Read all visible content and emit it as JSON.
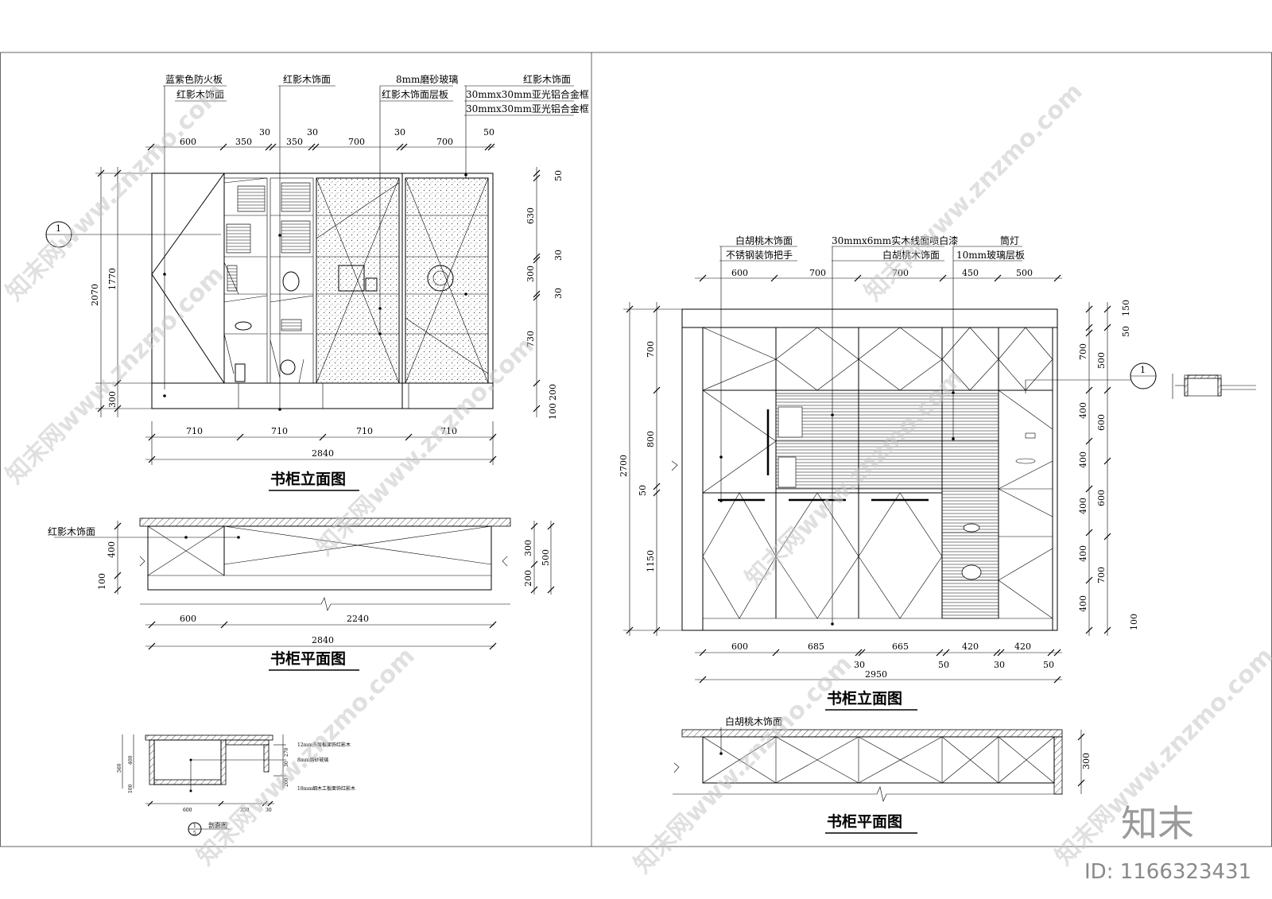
{
  "left_elevation": {
    "title": "书柜立面图",
    "callouts": [
      {
        "line1": "蓝紫色防火板",
        "line2": "红影木饰面"
      },
      {
        "line1": "红影木饰面"
      },
      {
        "line1": "8mm磨砂玻璃",
        "line2": "红影木饰面层板"
      },
      {
        "line1": "红影木饰面",
        "line2": "30mmx30mm亚光铝合金框",
        "line3": "30mmx30mm亚光铝合金框"
      }
    ],
    "top_dims": [
      "600",
      "350",
      "30",
      "350",
      "30",
      "700",
      "30",
      "700",
      "50"
    ],
    "left_dims": [
      "2070",
      "1770",
      "300"
    ],
    "right_dims": [
      "50",
      "630",
      "30",
      "300",
      "30",
      "730",
      "200",
      "100"
    ],
    "bottom_dims": [
      "710",
      "710",
      "710",
      "710"
    ],
    "total": "2840",
    "section_marker": "1"
  },
  "left_plan": {
    "title": "书柜平面图",
    "label": "红影木饰面",
    "left_dims": [
      "400",
      "100"
    ],
    "right_dims": [
      "300",
      "500",
      "200"
    ],
    "bottom_dims": [
      "600",
      "2240"
    ],
    "total": "2840"
  },
  "left_section": {
    "title": "剖面图",
    "marker_top": "1",
    "marker_bottom": "5",
    "notes": [
      "12mm多层板面饰红影木",
      "8mm磨砂玻璃",
      "18mm细木工板面饰红影木"
    ],
    "left_dims": [
      "560",
      "400",
      "100"
    ],
    "right_dims": [
      "270",
      "30",
      "200"
    ],
    "bottom_dims": [
      "600",
      "350",
      "30"
    ]
  },
  "right_elevation": {
    "title": "书柜立面图",
    "callouts": [
      {
        "line1": "白胡桃木饰面",
        "line2": "不锈钢装饰把手"
      },
      {
        "line1": "30mmx6mm实木线面喷白漆",
        "line2": "白胡桃木饰面"
      },
      {
        "line1": "筒灯",
        "line2": "10mm玻璃层板"
      }
    ],
    "top_dims": [
      "600",
      "700",
      "700",
      "450",
      "500"
    ],
    "left_dims": [
      "2700",
      "700",
      "800",
      "50",
      "1150"
    ],
    "right_dims": [
      "150",
      "50",
      "700",
      "500",
      "400",
      "600",
      "400",
      "400",
      "600",
      "400",
      "700",
      "400",
      "100"
    ],
    "bottom_dims": [
      "600",
      "685",
      "30",
      "665",
      "50",
      "420",
      "30",
      "420",
      "50"
    ],
    "total": "2950",
    "section_marker": "1"
  },
  "right_plan": {
    "title": "书柜平面图",
    "label": "白胡桃木饰面",
    "right_dims": [
      "300"
    ]
  },
  "watermarks": {
    "text": "知末网www.znzmo.com",
    "logo": "知末",
    "id": "ID: 1166323431"
  }
}
